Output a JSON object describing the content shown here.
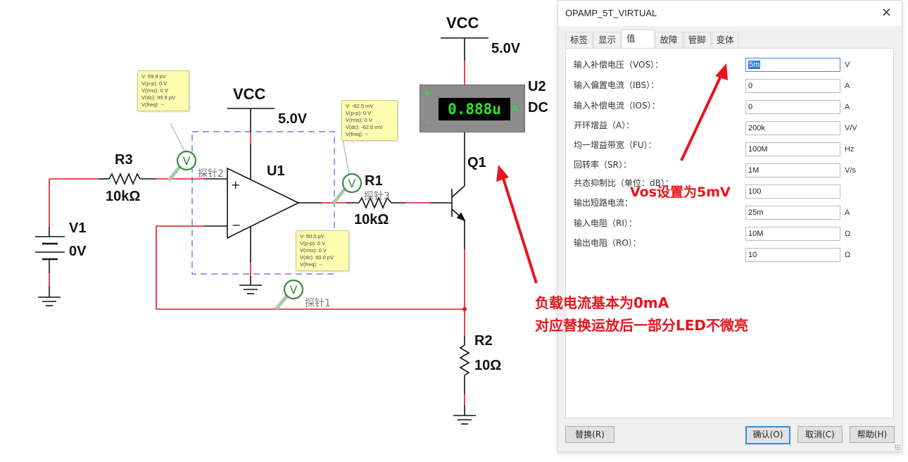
{
  "schematic": {
    "labels": {
      "vcc_top": "VCC",
      "vcc_top_value": "5.0V",
      "vcc_u1": "VCC",
      "vcc_u1_value": "5.0V",
      "r3_name": "R3",
      "r3_value": "10kΩ",
      "v1_name": "V1",
      "v1_value": "0V",
      "u1_name": "U1",
      "r1_name": "R1",
      "r1_value": "10kΩ",
      "q1_name": "Q1",
      "r2_name": "R2",
      "r2_value": "10Ω",
      "u2_name": "U2",
      "u2_mode": "DC"
    },
    "probes": [
      {
        "name": "探针2",
        "readings": [
          "V: 99.9 pV",
          "V(p-p): 0 V",
          "V(rms): 0 V",
          "V(dc): 99.9 pV",
          "V(freq): --"
        ]
      },
      {
        "name": "探针3",
        "readings": [
          "V: -62.5 mV",
          "V(p-p): 0 V",
          "V(rms): 0 V",
          "V(dc): -62.5 mV",
          "V(freq): --"
        ]
      },
      {
        "name": "探针1",
        "readings": [
          "V: 50.0 pV",
          "V(p-p): 0 V",
          "V(rms): 0 V",
          "V(dc): 50.0 pV",
          "V(freq): --"
        ]
      }
    ],
    "probe_symbol": "V",
    "ammeter": {
      "display": "0.888u",
      "unit": "A",
      "plus": "+",
      "minus": "−"
    },
    "colors": {
      "wire_active": "#e8141e",
      "wire": "#111111",
      "probe": "#3c8a3c",
      "selection_box": "#5a5ae6"
    }
  },
  "annotations": {
    "vos_note": "Vos设置为5mV",
    "load_note_line1": "负载电流基本为0mA",
    "load_note_line2": "对应替换运放后一部分LED不微亮",
    "color": "#e8141e"
  },
  "dialog": {
    "title": "OPAMP_5T_VIRTUAL",
    "close_icon": "×",
    "tabs": [
      {
        "label": "标签",
        "active": false
      },
      {
        "label": "显示",
        "active": false
      },
      {
        "label": "值",
        "active": true
      },
      {
        "label": "故障",
        "active": false
      },
      {
        "label": "管脚",
        "active": false
      },
      {
        "label": "变体",
        "active": false
      }
    ],
    "params": [
      {
        "label": "输入补偿电压（VOS）：",
        "value": "5m",
        "unit": "V"
      },
      {
        "label": "输入偏置电流（IBS）：",
        "value": "0",
        "unit": "A"
      },
      {
        "label": "输入补偿电流（IOS）：",
        "value": "0",
        "unit": "A"
      },
      {
        "label": "开环增益（A）：",
        "value": "200k",
        "unit": "V/V"
      },
      {
        "label": "均一增益带宽（FU）：",
        "value": "100M",
        "unit": "Hz"
      },
      {
        "label": "回转率（SR）：",
        "value": "1M",
        "unit": "V/s"
      },
      {
        "label": "共态抑制比（单位：dB）：",
        "value": "100",
        "unit": ""
      },
      {
        "label": "输出短路电流：",
        "value": "25m",
        "unit": "A"
      },
      {
        "label": "输入电阻（RI）：",
        "value": "10M",
        "unit": "Ω"
      },
      {
        "label": "输出电阻（RO）：",
        "value": "10",
        "unit": "Ω"
      }
    ],
    "buttons": {
      "replace": "替换(R)",
      "ok": "确认(O)",
      "cancel": "取消(C)",
      "help": "帮助(H)"
    }
  }
}
